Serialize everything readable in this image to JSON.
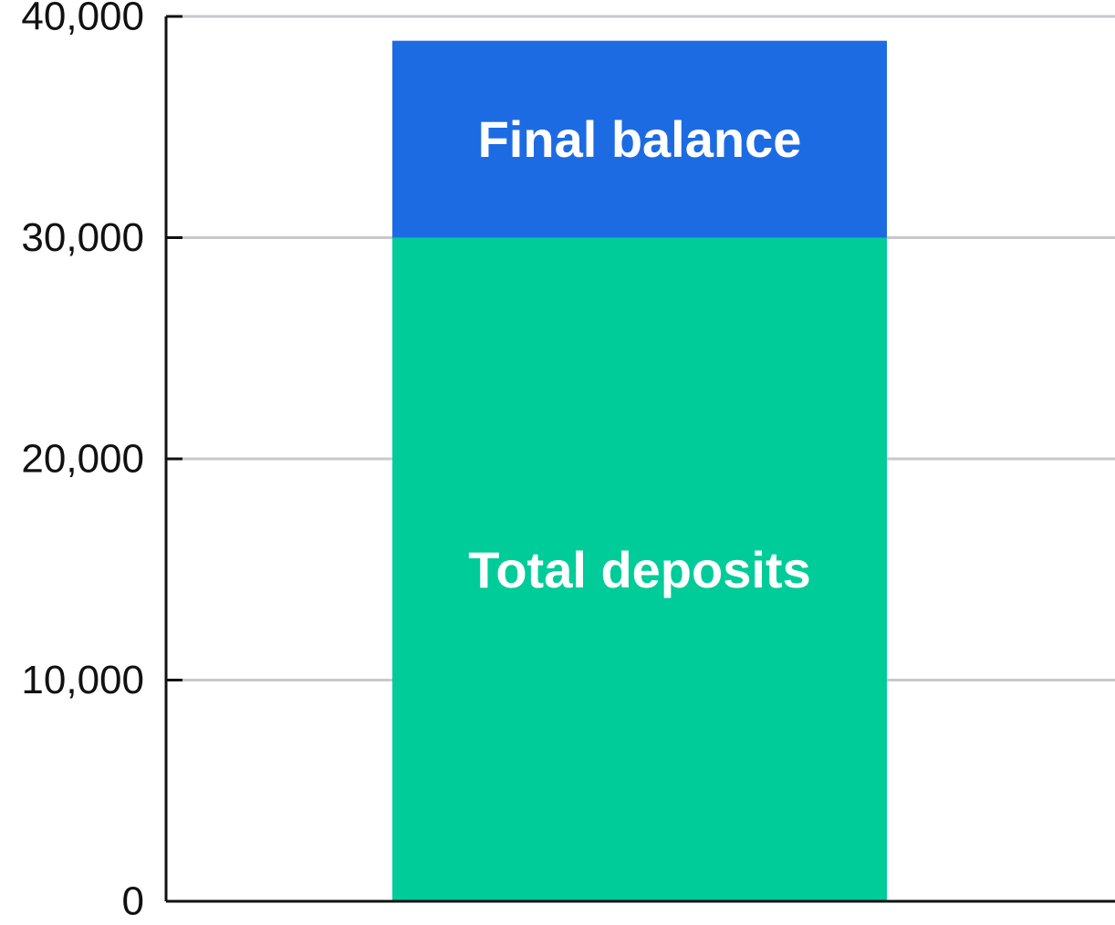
{
  "chart_data": {
    "type": "bar",
    "categories": [
      ""
    ],
    "series": [
      {
        "name": "Total deposits",
        "values": [
          30000
        ],
        "color": "#00CC99"
      },
      {
        "name": "Final balance",
        "values": [
          8900
        ],
        "color": "#1D6BE3"
      }
    ],
    "stacked": true,
    "title": "",
    "xlabel": "",
    "ylabel": "",
    "ylim": [
      0,
      40000
    ],
    "yticks": [
      0,
      10000,
      20000,
      30000,
      40000
    ],
    "ytick_labels": [
      "0",
      "10,000",
      "20,000",
      "30,000",
      "40,000"
    ],
    "grid": true,
    "legend": "none",
    "gridline_color": "#C8C8CC",
    "axis_color": "#111111",
    "segment_label_color": "#FFFFFF"
  }
}
